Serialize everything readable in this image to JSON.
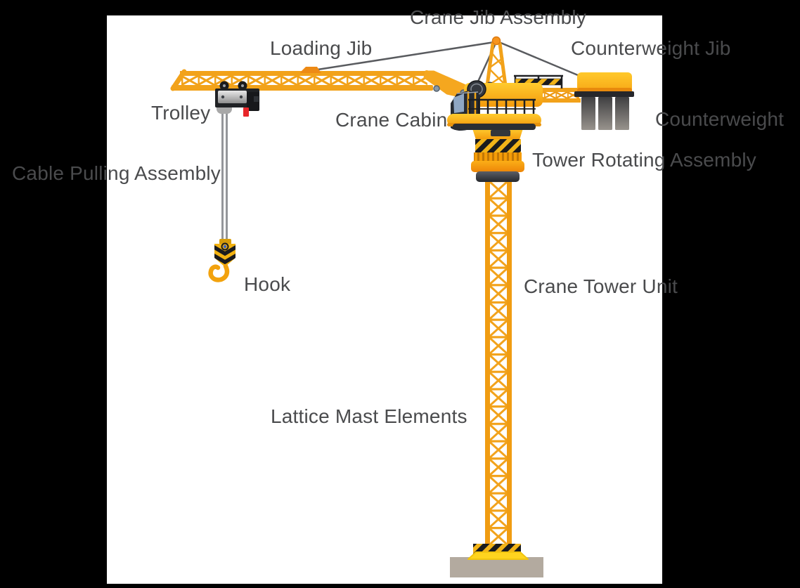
{
  "labels": {
    "crane_jib_assembly": "Crane Jib Assembly",
    "loading_jib": "Loading Jib",
    "counterweight_jib": "Counterweight Jib",
    "trolley": "Trolley",
    "crane_cabin": "Crane Cabin",
    "counterweight": "Counterweight",
    "cable_pulling_assembly": "Cable Pulling Assembly",
    "tower_rotating_assembly": "Tower Rotating Assembly",
    "hook": "Hook",
    "crane_tower_unit": "Crane Tower Unit",
    "lattice_mast_elements": "Lattice Mast Elements"
  },
  "colors": {
    "page_background": "#000000",
    "canvas_background": "#FFFFFF",
    "label_text": "#4A4B4D",
    "crane_yellow": "#F2A21A",
    "crane_orange": "#F7941D",
    "hazard_yellow": "#F2B418",
    "hazard_black": "#1A1B1E",
    "counterweight_slab_gray": "#6E6C69",
    "foundation_gray": "#B3AA9F",
    "cable_gray": "#94969A",
    "tie_bar_gray": "#595B5F",
    "hook_red_tag": "#E8262A",
    "hook_hub_blue": "#3A62C8"
  }
}
